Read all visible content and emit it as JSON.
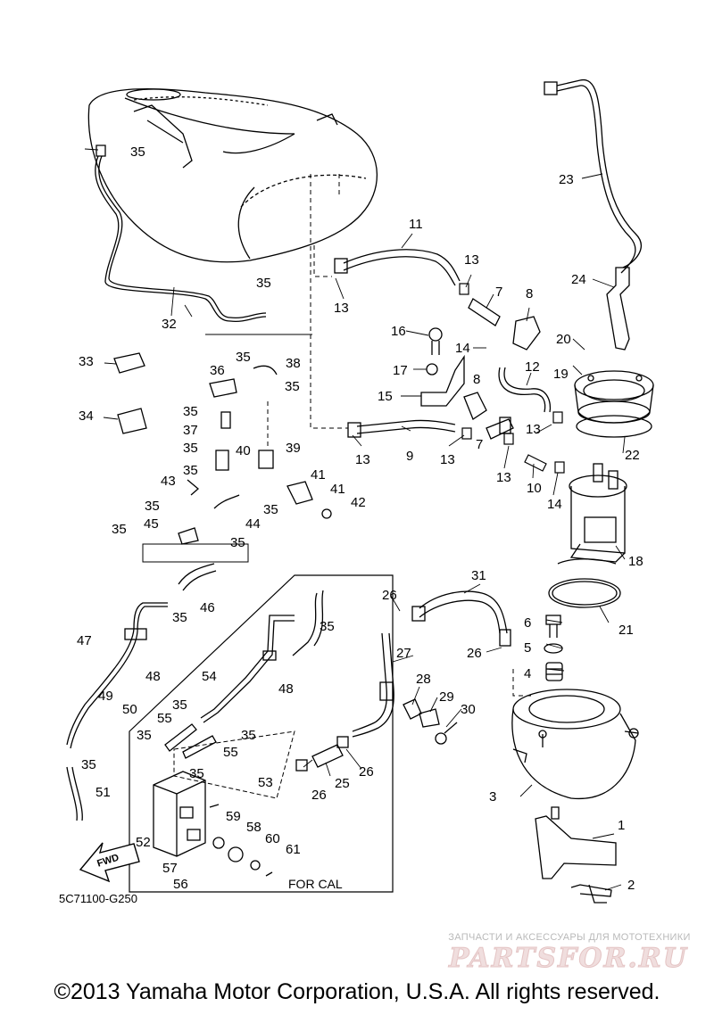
{
  "diagram": {
    "code": "5C71100-G250",
    "inset_label": "FOR CAL",
    "direction_arrow": "FWD",
    "callouts": [
      "1",
      "2",
      "3",
      "4",
      "5",
      "6",
      "7",
      "8",
      "9",
      "10",
      "11",
      "12",
      "13",
      "14",
      "15",
      "16",
      "17",
      "18",
      "19",
      "20",
      "21",
      "22",
      "23",
      "24",
      "25",
      "26",
      "27",
      "28",
      "29",
      "30",
      "31",
      "32",
      "33",
      "34",
      "35",
      "36",
      "37",
      "38",
      "39",
      "40",
      "41",
      "42",
      "43",
      "44",
      "45",
      "46",
      "47",
      "48",
      "49",
      "50",
      "51",
      "52",
      "53",
      "54",
      "55",
      "56",
      "57",
      "58",
      "59",
      "60",
      "61"
    ]
  },
  "footer": {
    "copyright": "©2013 Yamaha Motor Corporation, U.S.A. All rights reserved."
  },
  "watermark": {
    "tagline": "ЗАПЧАСТИ И АКСЕССУАРЫ ДЛЯ МОТОТЕХНИКИ",
    "logo": "PARTSFOR.RU"
  }
}
